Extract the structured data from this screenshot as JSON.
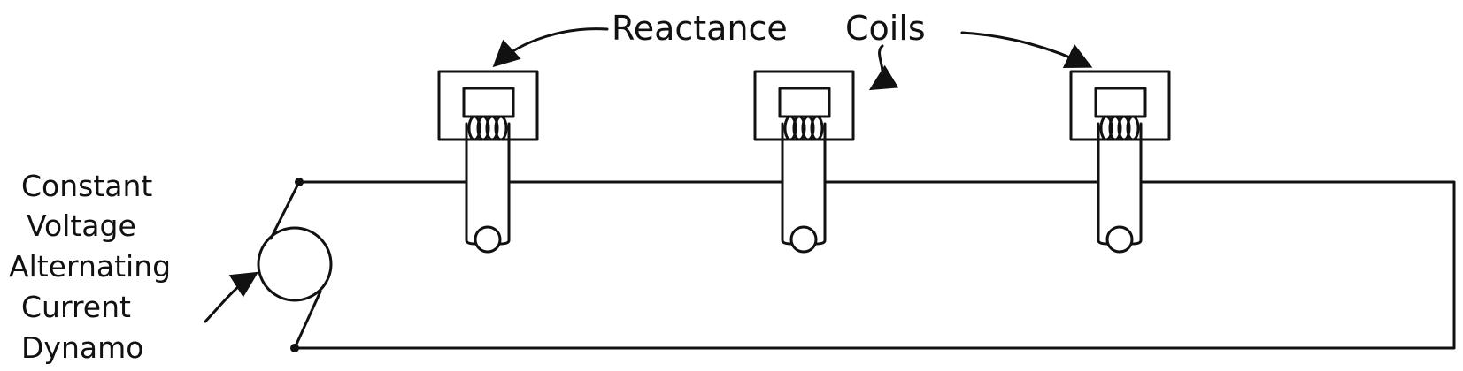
{
  "title": {
    "word1": "Reactance",
    "word2": "Coils"
  },
  "dynamo_label": [
    "Constant",
    "Voltage",
    "Alternating",
    "Current",
    "Dynamo"
  ],
  "coil_count": 3
}
